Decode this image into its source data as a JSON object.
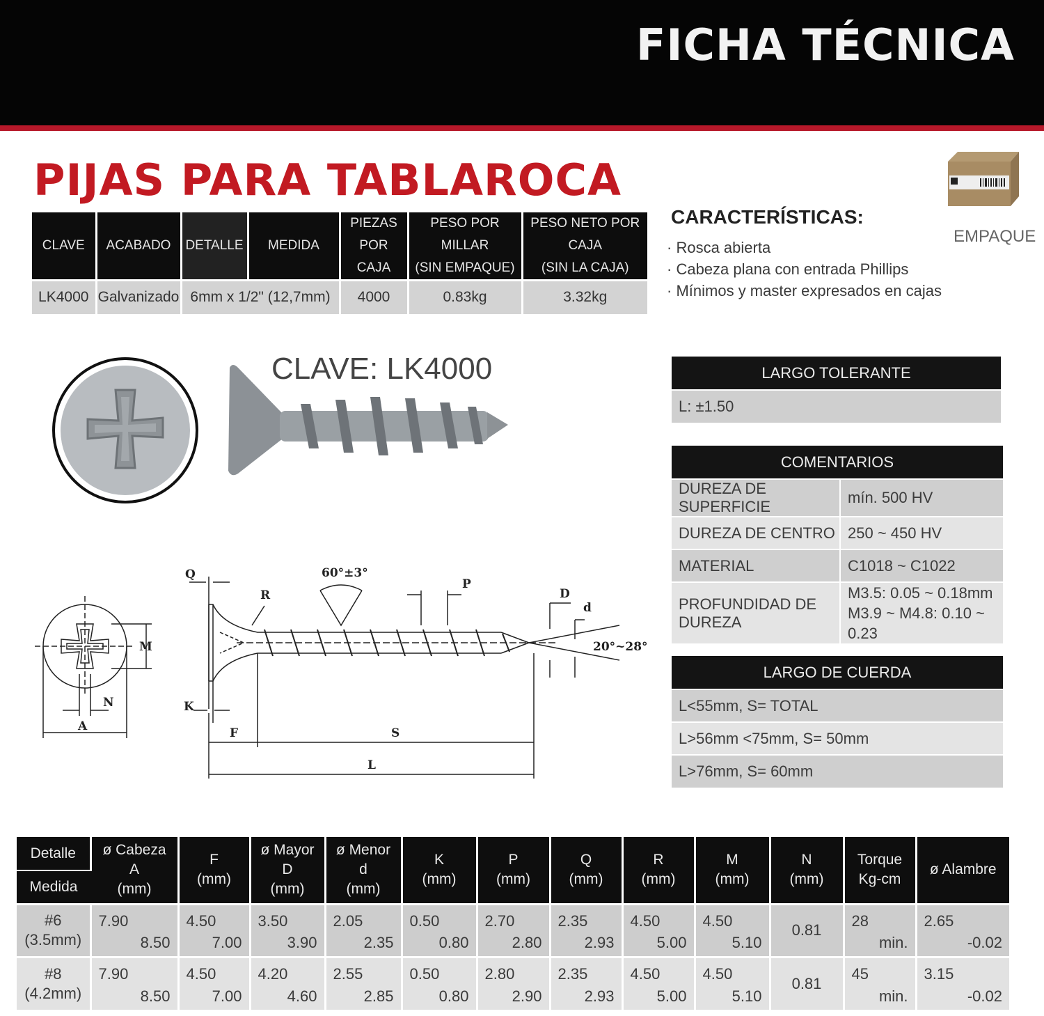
{
  "header": {
    "title": "FICHA TÉCNICA",
    "accent": "#b7182a"
  },
  "product": {
    "title": "PIJAS PARA TABLAROCA"
  },
  "main_table": {
    "headers": [
      "CLAVE",
      "ACABADO",
      "DETALLE",
      "MEDIDA",
      "PIEZAS POR CAJA",
      "PESO POR MILLAR (SIN EMPAQUE)",
      "PESO NETO POR CAJA (SIN LA CAJA)"
    ],
    "header_lines": {
      "piezas_1": "PIEZAS",
      "piezas_2": "POR CAJA",
      "peso_millar_1": "PESO POR MILLAR",
      "peso_millar_2": "(SIN EMPAQUE)",
      "peso_neto_1": "PESO NETO POR CAJA",
      "peso_neto_2": "(SIN LA CAJA)"
    },
    "row": {
      "clave": "LK4000",
      "acabado": "Galvanizado",
      "medida": "6mm x 1/2\" (12,7mm)",
      "piezas": "4000",
      "peso_millar": "0.83kg",
      "peso_neto": "3.32kg"
    }
  },
  "features": {
    "title": "CARACTERÍSTICAS:",
    "items": [
      "Rosca abierta",
      "Cabeza plana con entrada Phillips",
      "Mínimos y master expresados en cajas"
    ]
  },
  "packaging": {
    "label": "EMPAQUE"
  },
  "photo": {
    "clave_label": "CLAVE: LK4000"
  },
  "drawing": {
    "labels": {
      "Q": "Q",
      "R": "R",
      "angle": "60°±3°",
      "P": "P",
      "D": "D",
      "d": "d",
      "tip_angle": "20°~28°",
      "M": "M",
      "N": "N",
      "A": "A",
      "K": "K",
      "F": "F",
      "S": "S",
      "L": "L"
    }
  },
  "largo_tolerante": {
    "title": "LARGO TOLERANTE",
    "value": "L: ±1.50"
  },
  "comentarios": {
    "title": "COMENTARIOS",
    "rows": [
      {
        "label": "DUREZA DE SUPERFICIE",
        "value": "mín. 500 HV"
      },
      {
        "label": "DUREZA DE CENTRO",
        "value": "250 ~ 450 HV"
      },
      {
        "label": "MATERIAL",
        "value": "C1018 ~ C1022"
      },
      {
        "label": "PROFUNDIDAD DE DUREZA",
        "value": "M3.5: 0.05 ~ 0.18mm",
        "value2": "M3.9 ~ M4.8: 0.10 ~ 0.23"
      }
    ]
  },
  "largo_cuerda": {
    "title": "LARGO DE CUERDA",
    "rows": [
      "L<55mm, S= TOTAL",
      "L>56mm <75mm, S= 50mm",
      "L>76mm, S= 60mm"
    ]
  },
  "spec_table": {
    "headers": {
      "detalle": "Detalle",
      "medida": "Medida",
      "cabeza": [
        "ø Cabeza",
        "A",
        "(mm)"
      ],
      "f": [
        "F",
        "(mm)"
      ],
      "mayor": [
        "ø Mayor",
        "D",
        "(mm)"
      ],
      "menor": [
        "ø Menor",
        "d",
        "(mm)"
      ],
      "k": [
        "K",
        "(mm)"
      ],
      "p": [
        "P",
        "(mm)"
      ],
      "q": [
        "Q",
        "(mm)"
      ],
      "r": [
        "R",
        "(mm)"
      ],
      "m": [
        "M",
        "(mm)"
      ],
      "n": [
        "N",
        "(mm)"
      ],
      "torque": [
        "Torque",
        "Kg-cm"
      ],
      "alambre": "ø Alambre"
    },
    "rows": [
      {
        "detalle": "#6",
        "medida": "(3.5mm)",
        "cabeza": [
          "7.90",
          "8.50"
        ],
        "f": [
          "4.50",
          "7.00"
        ],
        "mayor": [
          "3.50",
          "3.90"
        ],
        "menor": [
          "2.05",
          "2.35"
        ],
        "k": [
          "0.50",
          "0.80"
        ],
        "p": [
          "2.70",
          "2.80"
        ],
        "q": [
          "2.35",
          "2.93"
        ],
        "r": [
          "4.50",
          "5.00"
        ],
        "m": [
          "4.50",
          "5.10"
        ],
        "n": "0.81",
        "torque": [
          "28",
          "min."
        ],
        "alambre": [
          "2.65",
          "-0.02"
        ]
      },
      {
        "detalle": "#8",
        "medida": "(4.2mm)",
        "cabeza": [
          "7.90",
          "8.50"
        ],
        "f": [
          "4.50",
          "7.00"
        ],
        "mayor": [
          "4.20",
          "4.60"
        ],
        "menor": [
          "2.55",
          "2.85"
        ],
        "k": [
          "0.50",
          "0.80"
        ],
        "p": [
          "2.80",
          "2.90"
        ],
        "q": [
          "2.35",
          "2.93"
        ],
        "r": [
          "4.50",
          "5.00"
        ],
        "m": [
          "4.50",
          "5.10"
        ],
        "n": "0.81",
        "torque": [
          "45",
          "min."
        ],
        "alambre": [
          "3.15",
          "-0.02"
        ]
      }
    ]
  }
}
